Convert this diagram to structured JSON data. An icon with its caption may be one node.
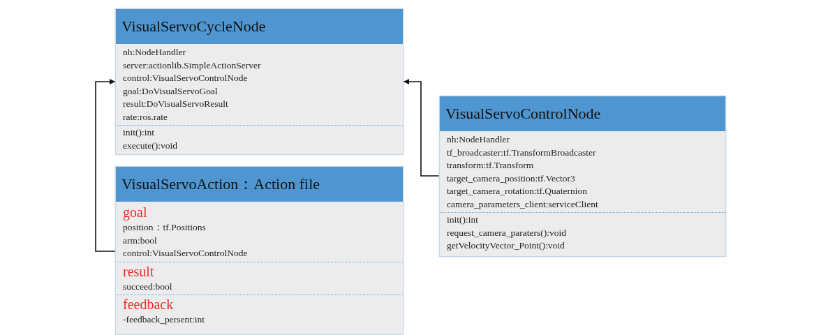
{
  "diagram": {
    "nodes": [
      {
        "text": [
          "VisualServoCycleNode",
          "nh:NodeHandler",
          "server:actionlib.SimpleActionServer",
          "control:VisualServoControlNode",
          "goal:DoVisualServoGoal",
          "result:DoVisualServoResult",
          "rate:ros.rate",
          "init():int",
          "execute():void"
        ]
      },
      {
        "text": [
          "VisualServoAction：Action file",
          "goal",
          "position：tf.Positions",
          "arm:bool",
          "control:VisualServoControlNode",
          "result",
          "succeed:bool",
          "feedback",
          "-feedback_persent:int"
        ]
      },
      {
        "text": [
          "VisualServoControlNode",
          "nh:NodeHandler",
          "tf_broadcaster:tf.TransformBroadcaster",
          "transform:tf.Transform",
          "target_camera_position:tf.Vector3",
          "target_camera_rotation:tf.Quaternion",
          "camera_parameters_client:serviceClient",
          "init():int",
          "request_camera_paraters():void",
          "getVelocityVector_Point():void"
        ]
      }
    ],
    "edges": [
      {
        "from": 1,
        "to": 0,
        "arrow": "to"
      },
      {
        "from": 2,
        "to": 0,
        "arrow": "to"
      }
    ]
  }
}
